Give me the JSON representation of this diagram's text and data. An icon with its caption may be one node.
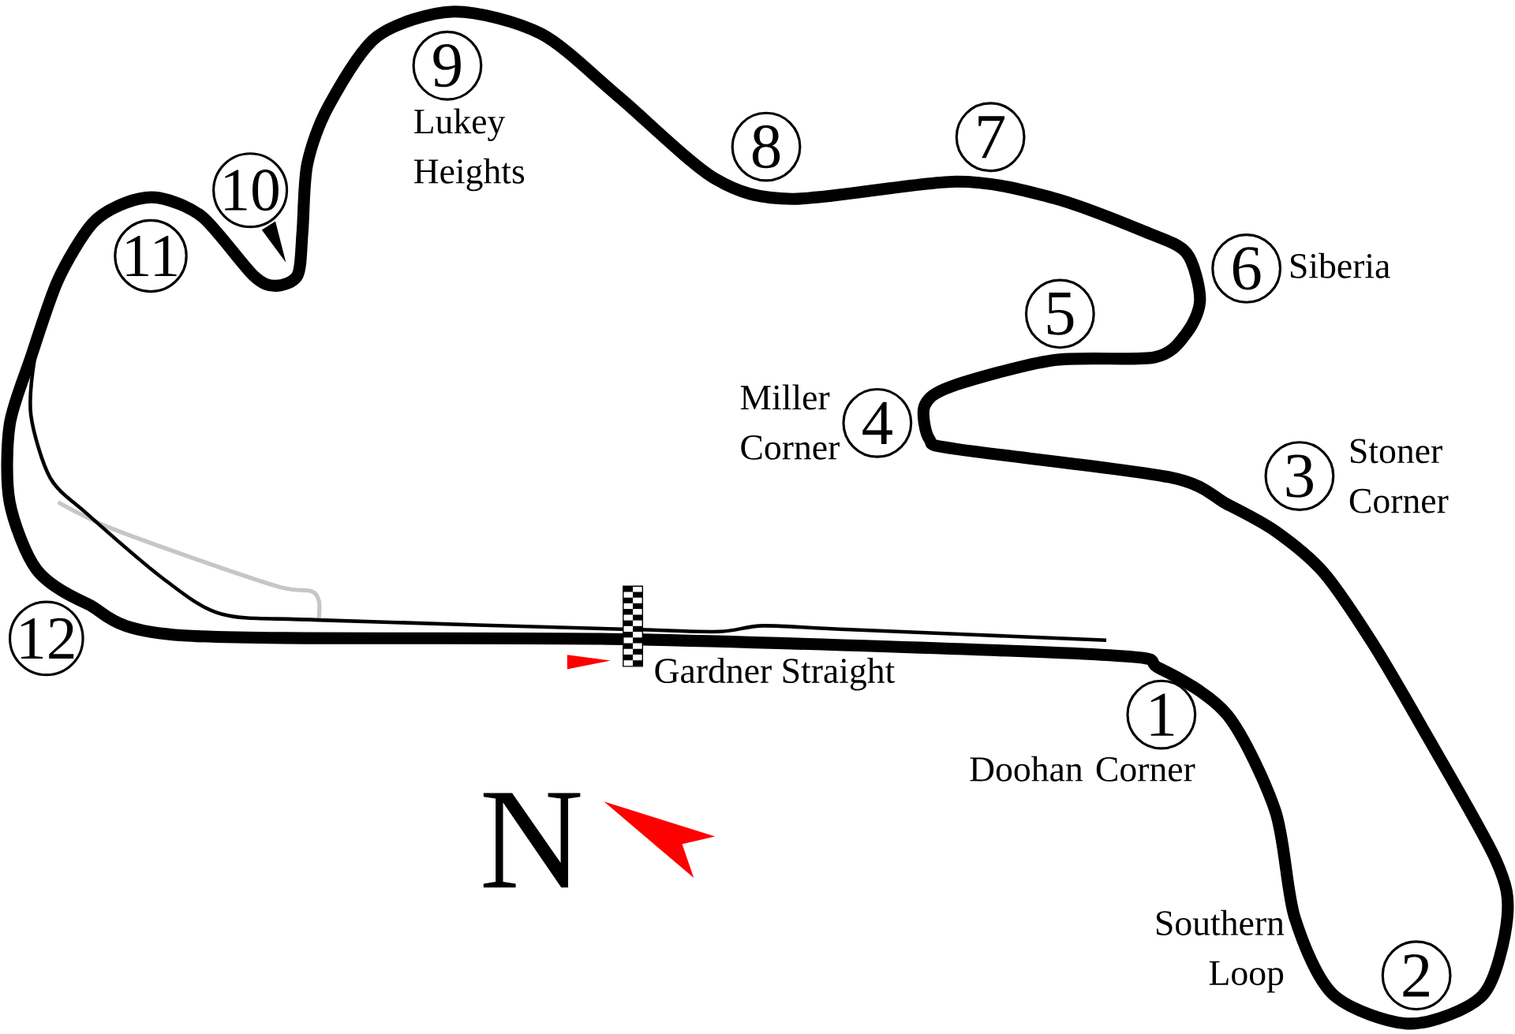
{
  "diagram": {
    "nodes": [
      {
        "text": [
          "1"
        ],
        "beside": [
          "Doohan Corner"
        ]
      },
      {
        "text": [
          "2"
        ],
        "beside": [
          "Southern Loop"
        ]
      },
      {
        "text": [
          "3"
        ],
        "beside": [
          "Stoner Corner"
        ]
      },
      {
        "text": [
          "4"
        ],
        "beside": [
          "Miller Corner"
        ]
      },
      {
        "text": [
          "5"
        ]
      },
      {
        "text": [
          "6"
        ],
        "beside": [
          "Siberia"
        ]
      },
      {
        "text": [
          "7"
        ]
      },
      {
        "text": [
          "8"
        ]
      },
      {
        "text": [
          "9"
        ],
        "beside": [
          "Lukey Heights"
        ]
      },
      {
        "text": [
          "10"
        ]
      },
      {
        "text": [
          "11"
        ]
      },
      {
        "text": [
          "12"
        ]
      }
    ],
    "labels": [
      "Gardner Straight",
      "N"
    ]
  }
}
